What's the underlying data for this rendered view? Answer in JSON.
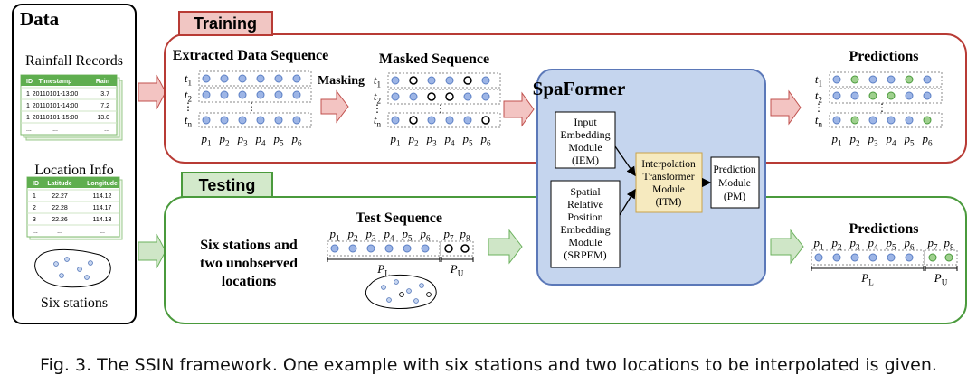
{
  "data_panel": {
    "title": "Data",
    "rainfall_title": "Rainfall Records",
    "rain_headers": [
      "ID",
      "Timestamp",
      "Rain"
    ],
    "rain_rows": [
      [
        "1",
        "20110101-13:00",
        "3.7"
      ],
      [
        "1",
        "20110101-14:00",
        "7.2"
      ],
      [
        "1",
        "20110101-15:00",
        "13.0"
      ],
      [
        "...",
        "...",
        "..."
      ]
    ],
    "location_title": "Location Info",
    "loc_headers": [
      "ID",
      "Latitude",
      "Longitude"
    ],
    "loc_rows": [
      [
        "1",
        "22.27",
        "114.12"
      ],
      [
        "2",
        "22.28",
        "114.17"
      ],
      [
        "3",
        "22.26",
        "114.13"
      ],
      [
        "...",
        "...",
        "..."
      ]
    ],
    "stations_label": "Six stations"
  },
  "training": {
    "tab": "Training",
    "extracted_title": "Extracted Data Sequence",
    "masking_label": "Masking",
    "masked_title": "Masked Sequence",
    "predictions_title": "Predictions",
    "row_labels": [
      "t1",
      "t2",
      "tn"
    ]
  },
  "testing": {
    "tab": "Testing",
    "description": [
      "Six stations and",
      "two unobserved",
      "locations"
    ],
    "test_title": "Test Sequence",
    "predictions_title": "Predictions",
    "group_labels": [
      "PL",
      "PU"
    ]
  },
  "position_labels": [
    "p1",
    "p2",
    "p3",
    "p4",
    "p5",
    "p6",
    "p7",
    "p8"
  ],
  "spaformer": {
    "title": "SpaFormer",
    "iem": [
      "Input",
      "Embedding",
      "Module",
      "(IEM)"
    ],
    "srpem": [
      "Spatial",
      "Relative",
      "Position",
      "Embedding",
      "Module",
      "(SRPEM)"
    ],
    "itm": [
      "Interpolation",
      "Transformer",
      "Module",
      "(ITM)"
    ],
    "pm": [
      "Prediction",
      "Module",
      "(PM)"
    ]
  },
  "caption": "Fig. 3.  The SSIN framework. One example with six stations and two locations to be interpolated is given.",
  "colors": {
    "training_red": "#b83b35",
    "testing_green": "#4a9a3c",
    "spaformer_bg": "#c5d5ee",
    "spaformer_border": "#5b78b8",
    "itm_fill": "#f6eabf",
    "itm_border": "#c9a24a",
    "dot_blue": "#9db5e6",
    "dot_green": "#9fd08e",
    "table_green": "#5fae4f"
  },
  "masked_pattern": [
    false,
    true,
    false,
    false,
    true,
    false
  ],
  "masked_pattern_rows": [
    [
      false,
      true,
      false,
      false,
      true,
      false
    ],
    [
      false,
      false,
      true,
      true,
      false,
      false
    ],
    [
      false,
      true,
      false,
      false,
      false,
      true
    ]
  ],
  "pred_pattern_rows": [
    [
      false,
      true,
      false,
      false,
      true,
      false
    ],
    [
      false,
      false,
      true,
      true,
      false,
      false
    ],
    [
      false,
      true,
      false,
      false,
      false,
      true
    ]
  ]
}
